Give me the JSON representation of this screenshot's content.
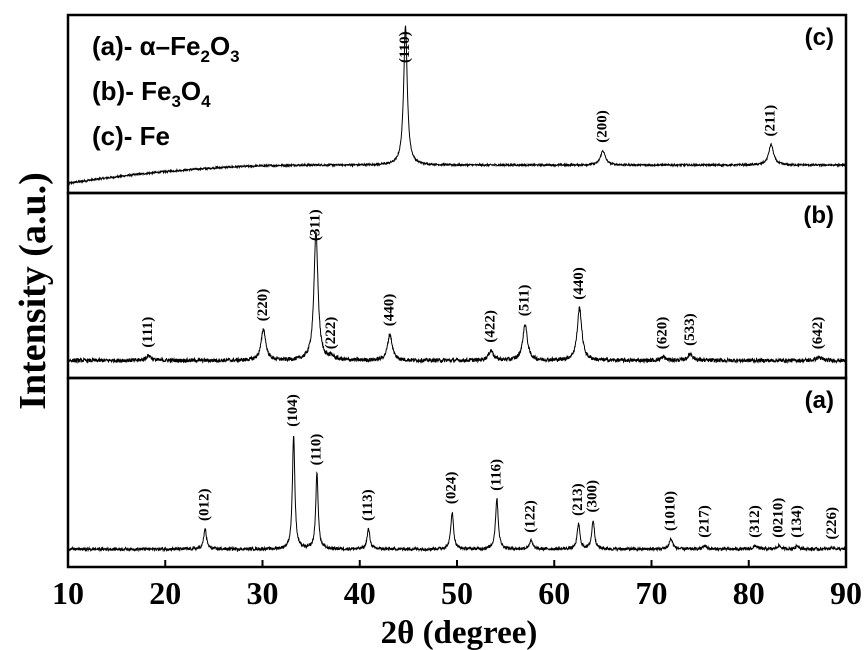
{
  "chart_data": {
    "type": "line",
    "xlabel": "2θ (degree)",
    "ylabel": "Intensity (a.u.)",
    "xlim": [
      10,
      90
    ],
    "xticks": [
      10,
      20,
      30,
      40,
      50,
      60,
      70,
      80,
      90
    ],
    "legend": {
      "placement": "top-left",
      "entries": [
        {
          "prefix": "(a)- ",
          "parts": [
            {
              "t": "α–Fe"
            },
            {
              "t": "2",
              "sub": true
            },
            {
              "t": "O"
            },
            {
              "t": "3",
              "sub": true
            }
          ]
        },
        {
          "prefix": "(b)- ",
          "parts": [
            {
              "t": "Fe"
            },
            {
              "t": "3",
              "sub": true
            },
            {
              "t": "O"
            },
            {
              "t": "4",
              "sub": true
            }
          ]
        },
        {
          "prefix": "(c)- ",
          "parts": [
            {
              "t": "Fe"
            }
          ]
        }
      ]
    },
    "panels": [
      {
        "tag": "(c)",
        "baseline": 0.12,
        "noise": 0.006,
        "hump": true,
        "peaks": [
          {
            "x": 44.7,
            "h": 0.88,
            "w": 0.22,
            "label": "(110)"
          },
          {
            "x": 65.0,
            "h": 0.09,
            "w": 0.3,
            "label": "(200)"
          },
          {
            "x": 82.3,
            "h": 0.13,
            "w": 0.3,
            "label": "(211)"
          }
        ]
      },
      {
        "tag": "(b)",
        "baseline": 0.05,
        "noise": 0.012,
        "hump": false,
        "peaks": [
          {
            "x": 18.3,
            "h": 0.03,
            "w": 0.3,
            "label": "(111)"
          },
          {
            "x": 30.1,
            "h": 0.19,
            "w": 0.28,
            "label": "(220)"
          },
          {
            "x": 35.5,
            "h": 0.78,
            "w": 0.25,
            "label": "(311)"
          },
          {
            "x": 37.1,
            "h": 0.02,
            "w": 0.3,
            "label": "(222)"
          },
          {
            "x": 43.1,
            "h": 0.16,
            "w": 0.28,
            "label": "(440)"
          },
          {
            "x": 53.5,
            "h": 0.06,
            "w": 0.3,
            "label": "(422)"
          },
          {
            "x": 57.0,
            "h": 0.22,
            "w": 0.28,
            "label": "(511)"
          },
          {
            "x": 62.6,
            "h": 0.32,
            "w": 0.28,
            "label": "(440)"
          },
          {
            "x": 71.2,
            "h": 0.02,
            "w": 0.3,
            "label": "(620)"
          },
          {
            "x": 74.0,
            "h": 0.04,
            "w": 0.3,
            "label": "(533)"
          },
          {
            "x": 87.2,
            "h": 0.02,
            "w": 0.3,
            "label": "(642)"
          }
        ]
      },
      {
        "tag": "(a)",
        "baseline": 0.05,
        "noise": 0.009,
        "hump": false,
        "peaks": [
          {
            "x": 24.1,
            "h": 0.12,
            "w": 0.17,
            "label": "(012)"
          },
          {
            "x": 33.2,
            "h": 0.68,
            "w": 0.15,
            "label": "(104)"
          },
          {
            "x": 35.6,
            "h": 0.45,
            "w": 0.15,
            "label": "(110)"
          },
          {
            "x": 40.9,
            "h": 0.12,
            "w": 0.17,
            "label": "(113)"
          },
          {
            "x": 49.5,
            "h": 0.22,
            "w": 0.17,
            "label": "(024)"
          },
          {
            "x": 54.1,
            "h": 0.3,
            "w": 0.17,
            "label": "(116)"
          },
          {
            "x": 57.6,
            "h": 0.05,
            "w": 0.2,
            "label": "(122)"
          },
          {
            "x": 62.5,
            "h": 0.15,
            "w": 0.17,
            "label": "(213)"
          },
          {
            "x": 64.0,
            "h": 0.17,
            "w": 0.17,
            "label": "(300)"
          },
          {
            "x": 72.0,
            "h": 0.06,
            "w": 0.22,
            "label": "(1010)"
          },
          {
            "x": 75.5,
            "h": 0.02,
            "w": 0.22,
            "label": "(217)"
          },
          {
            "x": 80.7,
            "h": 0.02,
            "w": 0.22,
            "label": "(312)"
          },
          {
            "x": 83.1,
            "h": 0.02,
            "w": 0.22,
            "label": "(0210)"
          },
          {
            "x": 85.0,
            "h": 0.02,
            "w": 0.22,
            "label": "(134)"
          },
          {
            "x": 88.6,
            "h": 0.01,
            "w": 0.22,
            "label": "(226)"
          }
        ]
      }
    ]
  }
}
